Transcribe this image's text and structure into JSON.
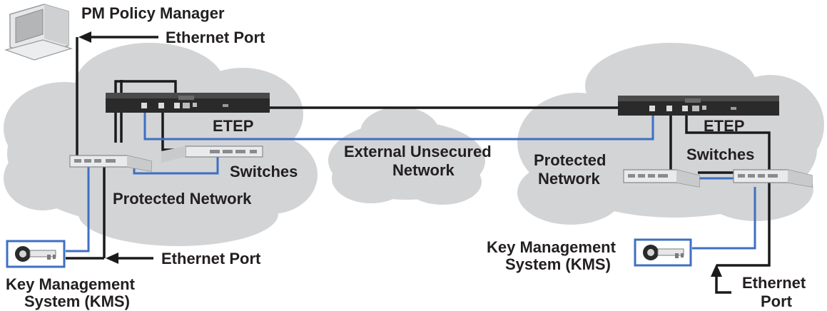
{
  "labels": {
    "pm_policy_manager": "PM Policy Manager",
    "ethernet_port_top": "Ethernet Port",
    "etep_left": "ETEP",
    "etep_right": "ETEP",
    "switches_left": "Switches",
    "switches_right": "Switches",
    "protected_network_left": "Protected Network",
    "protected_network_right_line1": "Protected",
    "protected_network_right_line2": "Network",
    "external_network_line1": "External Unsecured",
    "external_network_line2": "Network",
    "ethernet_port_left": "Ethernet Port",
    "kms_left_line1": "Key Management",
    "kms_left_line2": "System (KMS)",
    "kms_right_line1": "Key Management",
    "kms_right_line2": "System (KMS)",
    "ethernet_port_right_line1": "Ethernet",
    "ethernet_port_right_line2": "Port"
  },
  "colors": {
    "cloud": "#d3d4d6",
    "cloud_edge": "#c2c3c5",
    "black_line": "#1b1b1b",
    "blue_line": "#3f6fc2",
    "device_dark": "#2a2a2a",
    "switch_body": "#e9eaec",
    "kms_frame": "#3f6fc2"
  }
}
